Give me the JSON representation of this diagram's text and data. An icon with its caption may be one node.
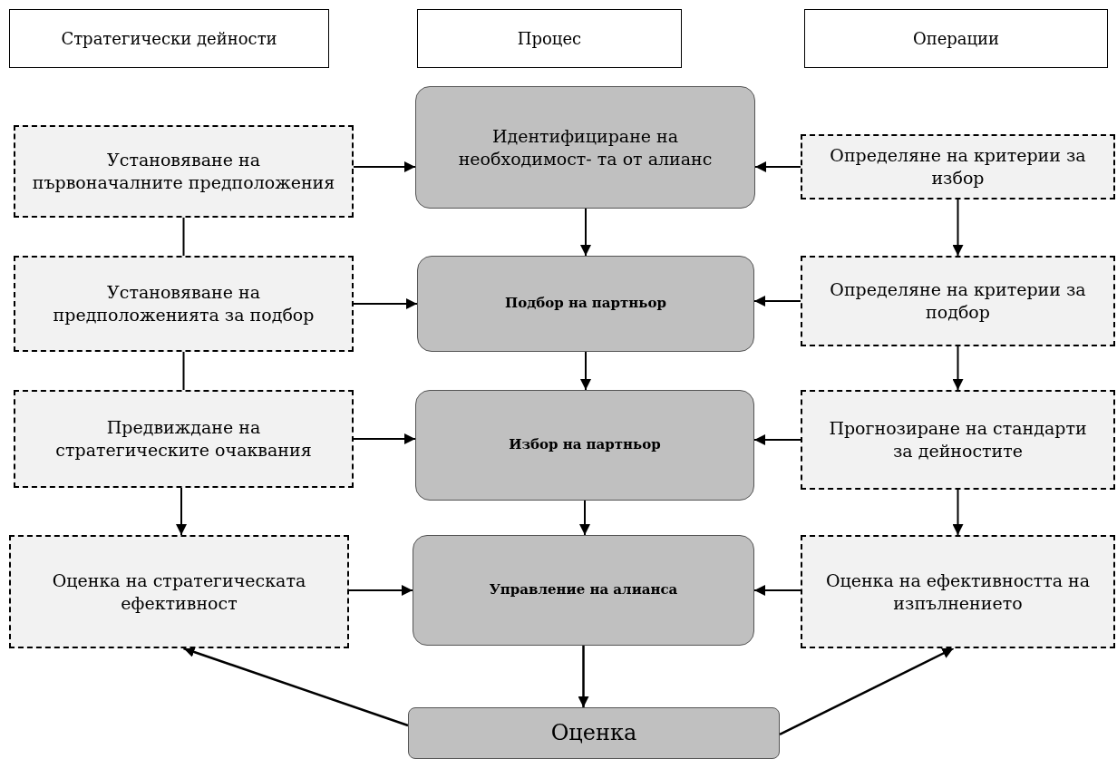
{
  "diagram": {
    "nodes": [
      {
        "text": [
          "Стратегически дейности"
        ]
      },
      {
        "text": [
          "Процес"
        ]
      },
      {
        "text": [
          "Операции"
        ]
      },
      {
        "text": [
          "Установяване на първоначалните предположения"
        ]
      },
      {
        "text": [
          "Идентифициране на необходимост- та от алианс"
        ]
      },
      {
        "text": [
          "Определяне на критерии за избор"
        ]
      },
      {
        "text": [
          "Установяване на предположенията за подбор"
        ]
      },
      {
        "text": [
          "Подбор на партньор"
        ]
      },
      {
        "text": [
          "Определяне на критерии за подбор"
        ]
      },
      {
        "text": [
          "Предвиждане на стратегическите очаквания"
        ]
      },
      {
        "text": [
          "Избор на партньор"
        ]
      },
      {
        "text": [
          "Прогнозиране на стандарти за дейностите"
        ]
      },
      {
        "text": [
          "Оценка на стратегическата ефективност"
        ]
      },
      {
        "text": [
          "Управление на алианса"
        ]
      },
      {
        "text": [
          "Оценка на ефективността на изпълнението"
        ]
      },
      {
        "text": [
          "Оценка"
        ]
      }
    ],
    "edges": [
      {
        "from": 3,
        "to": 4,
        "arrow": "to"
      },
      {
        "from": 5,
        "to": 4,
        "arrow": "to"
      },
      {
        "from": 4,
        "to": 7,
        "arrow": "to"
      },
      {
        "from": 3,
        "to": 6,
        "arrow": "none"
      },
      {
        "from": 5,
        "to": 8,
        "arrow": "to"
      },
      {
        "from": 6,
        "to": 7,
        "arrow": "to"
      },
      {
        "from": 8,
        "to": 7,
        "arrow": "to"
      },
      {
        "from": 7,
        "to": 10,
        "arrow": "to"
      },
      {
        "from": 6,
        "to": 9,
        "arrow": "none"
      },
      {
        "from": 8,
        "to": 11,
        "arrow": "to"
      },
      {
        "from": 9,
        "to": 10,
        "arrow": "to"
      },
      {
        "from": 11,
        "to": 10,
        "arrow": "to"
      },
      {
        "from": 10,
        "to": 13,
        "arrow": "to"
      },
      {
        "from": 9,
        "to": 12,
        "arrow": "to"
      },
      {
        "from": 11,
        "to": 14,
        "arrow": "to"
      },
      {
        "from": 12,
        "to": 13,
        "arrow": "to"
      },
      {
        "from": 14,
        "to": 13,
        "arrow": "to"
      },
      {
        "from": 13,
        "to": 15,
        "arrow": "to"
      },
      {
        "from": 15,
        "to": 12,
        "arrow": "to"
      },
      {
        "from": 15,
        "to": 14,
        "arrow": "to"
      }
    ]
  }
}
